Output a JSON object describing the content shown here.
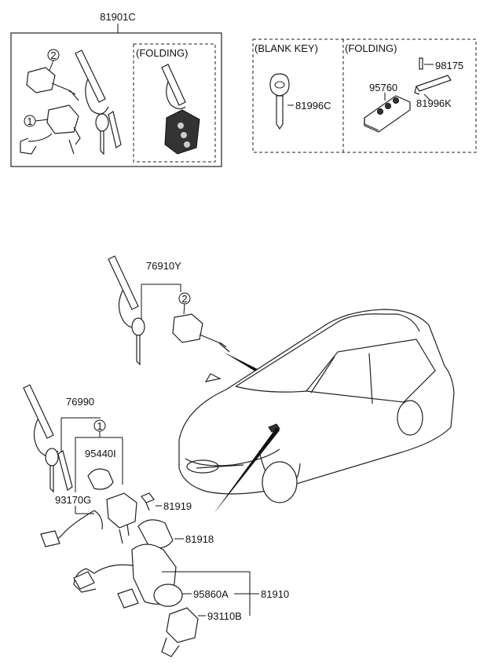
{
  "labels": {
    "kit_main": "81901C",
    "folding_1": "(FOLDING)",
    "blank_key": "(BLANK KEY)",
    "folding_2": "(FOLDING)",
    "key_blank": "81996C",
    "remote": "95760",
    "pin": "98175",
    "fold_key": "81996K",
    "door_lock": "76910Y",
    "ign_key_set": "76990",
    "lock_cover": "95440I",
    "illum": "93170G",
    "bulb": "81919",
    "bracket": "81918",
    "immob": "95860A",
    "ign_lock": "81910",
    "ign_switch": "93110B"
  },
  "callouts": {
    "one": "1",
    "two": "2"
  }
}
